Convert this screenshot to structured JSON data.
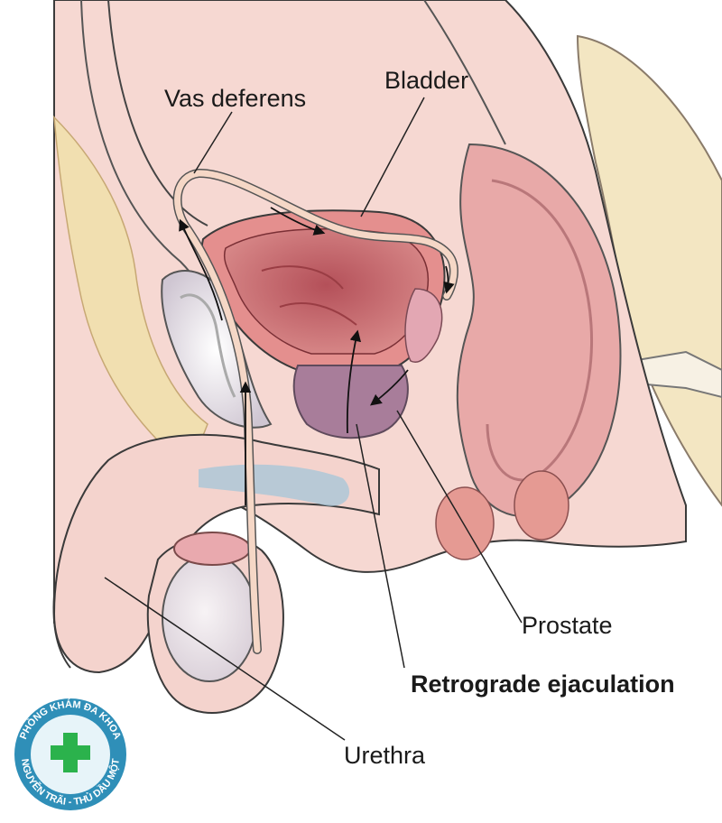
{
  "labels": {
    "vas_deferens": "Vas deferens",
    "bladder": "Bladder",
    "prostate": "Prostate",
    "retrograde": "Retrograde ejaculation",
    "urethra": "Urethra"
  },
  "logo": {
    "top_text": "PHÒNG KHÁM ĐA KHOA",
    "bottom_text": "NGUYỄN TRÃI - THỦ DẦU MỘT",
    "icon": "medical-cross-icon"
  },
  "colors": {
    "skin": "#f6d8d2",
    "tissue": "#f0c6c0",
    "bladder_inner": "#c5666c",
    "prostate": "#a87d9a",
    "testis": "#ece6ea",
    "duct": "#f5d7c6",
    "fat": "#f1dfb0",
    "logo": "#2f8fb8"
  }
}
